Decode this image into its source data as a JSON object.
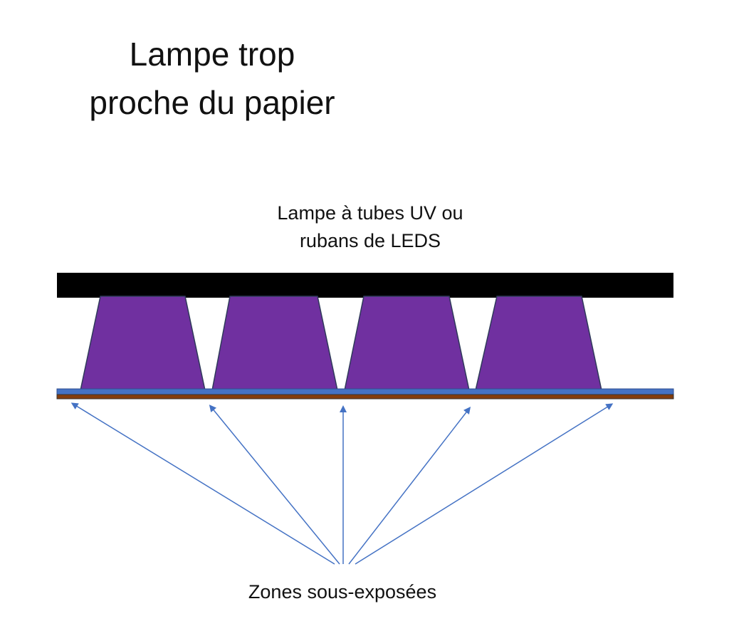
{
  "title": {
    "line1": "Lampe trop",
    "line2": "proche du papier"
  },
  "lamp_label": {
    "line1": "Lampe à tubes UV ou",
    "line2": "rubans de LEDS"
  },
  "zones_label": "Zones sous-exposées",
  "colors": {
    "lamp_bar": "#000000",
    "light_cone": "#7030a0",
    "light_cone_outline": "#2f3a5a",
    "paper_top": "#4472c4",
    "paper_bottom": "#843c0c",
    "arrow": "#4472c4",
    "text": "#111111"
  }
}
